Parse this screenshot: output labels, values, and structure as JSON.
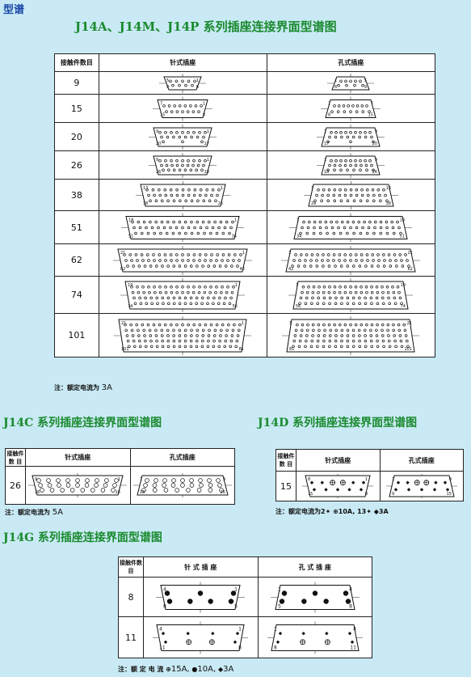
{
  "page": {
    "corner_label": "型谱",
    "main_title": "J14A、J14M、J14P 系列插座连接界面型谱图"
  },
  "main_table": {
    "col_count": "接触件数目",
    "col_pin": "针式插座",
    "col_socket": "孔式插座",
    "rows": [
      {
        "count": "9",
        "pin": {
          "tl": "5",
          "tr": "1",
          "bl": "9",
          "br": "6"
        },
        "sock": {
          "tl": "1",
          "tr": "5",
          "bl": "6",
          "br": "9"
        }
      },
      {
        "count": "15",
        "pin": {
          "tl": "7",
          "tr": "1",
          "bl": "15",
          "br": "8"
        },
        "sock": {
          "tl": "1",
          "tr": "7",
          "bl": "8",
          "br": "15"
        }
      },
      {
        "count": "20",
        "pin": {
          "tl": "9",
          "tr": "1",
          "bl": "20",
          "br": "17"
        },
        "sock": {
          "tl": "1",
          "tr": "9",
          "bl": "17",
          "br": "20"
        }
      },
      {
        "count": "26",
        "pin": {
          "tl": "9",
          "tr": "1",
          "bl": "26",
          "br": "18"
        },
        "sock": {
          "tl": "1",
          "tr": "9",
          "bl": "18",
          "br": "26"
        }
      },
      {
        "count": "38",
        "pin": {
          "tl": "13",
          "tr": "1",
          "bl": "38",
          "br": "26"
        },
        "sock": {
          "tl": "1",
          "tr": "13",
          "bl": "26",
          "br": "38"
        }
      },
      {
        "count": "51",
        "pin": {
          "tl": "18",
          "tr": "1",
          "bl": "51",
          "br": "34"
        },
        "sock": {
          "tl": "1",
          "tr": "18",
          "bl": "34",
          "br": "51"
        }
      },
      {
        "count": "62",
        "pin": {
          "tl": "21",
          "tr": "1",
          "bl": "62",
          "br": "42"
        },
        "sock": {
          "tl": "1",
          "tr": "21",
          "bl": "42",
          "br": "62"
        }
      },
      {
        "count": "74",
        "pin": {
          "tl": "19",
          "tr": "1",
          "bl": "74",
          "br": "56"
        },
        "sock": {
          "tl": "1",
          "tr": "19",
          "bl": "56",
          "br": "74"
        }
      },
      {
        "count": "101",
        "pin": {
          "tl": "21",
          "tr": "1",
          "bl": "101",
          "br": "81"
        },
        "sock": {
          "tl": "1",
          "tr": "21",
          "bl": "81",
          "br": "101"
        }
      }
    ],
    "note": "注：额定电流为",
    "note_current": "3A"
  },
  "c_section": {
    "title": "J14C 系列插座连接界面型谱图",
    "col_count": "接触件数 目",
    "col_pin": "针式插座",
    "col_socket": "孔式插座",
    "count": "26",
    "pin": {
      "tl": "9",
      "tr": "1",
      "bl": "26",
      "br": "18"
    },
    "sock": {
      "tl": "1",
      "tr": "9",
      "bl": "18",
      "br": "26"
    },
    "note": "注：额定电流为",
    "note_current": "5A"
  },
  "d_section": {
    "title": "J14D 系列插座连接界面型谱图",
    "col_count": "接触件数 目",
    "col_pin": "针式插座",
    "col_socket": "孔式插座",
    "count": "15",
    "pin": {
      "tl": "8",
      "tr": "1",
      "bl": "15",
      "br": "9"
    },
    "sock": {
      "tl": "1",
      "tr": "8",
      "bl": "9",
      "br": "15"
    },
    "note": "注：额定电流为2",
    "note_tail": "10A, 13",
    "note_end": "3A"
  },
  "g_section": {
    "title": "J14G 系列插座连接界面型谱图",
    "col_count": "接触件数 目",
    "col_pin": "针 式 插 座",
    "col_socket": "孔 式 插 座",
    "rows": [
      {
        "count": "8",
        "pin": {
          "tl": "4",
          "tr": "1",
          "bl": "8",
          "br": "5"
        },
        "sock": {
          "tl": "1",
          "tr": "4",
          "bl": "5",
          "br": "8"
        }
      },
      {
        "count": "11",
        "pin": {
          "tl": "4",
          "tr": "1",
          "bl": "11",
          "br": "8"
        },
        "sock": {
          "tl": "1",
          "tr": "4",
          "bl": "8",
          "br": "11"
        }
      }
    ],
    "note": "注：额 定 电 流",
    "note_a": "15A,",
    "note_b": "10A,",
    "note_c": "3A"
  }
}
